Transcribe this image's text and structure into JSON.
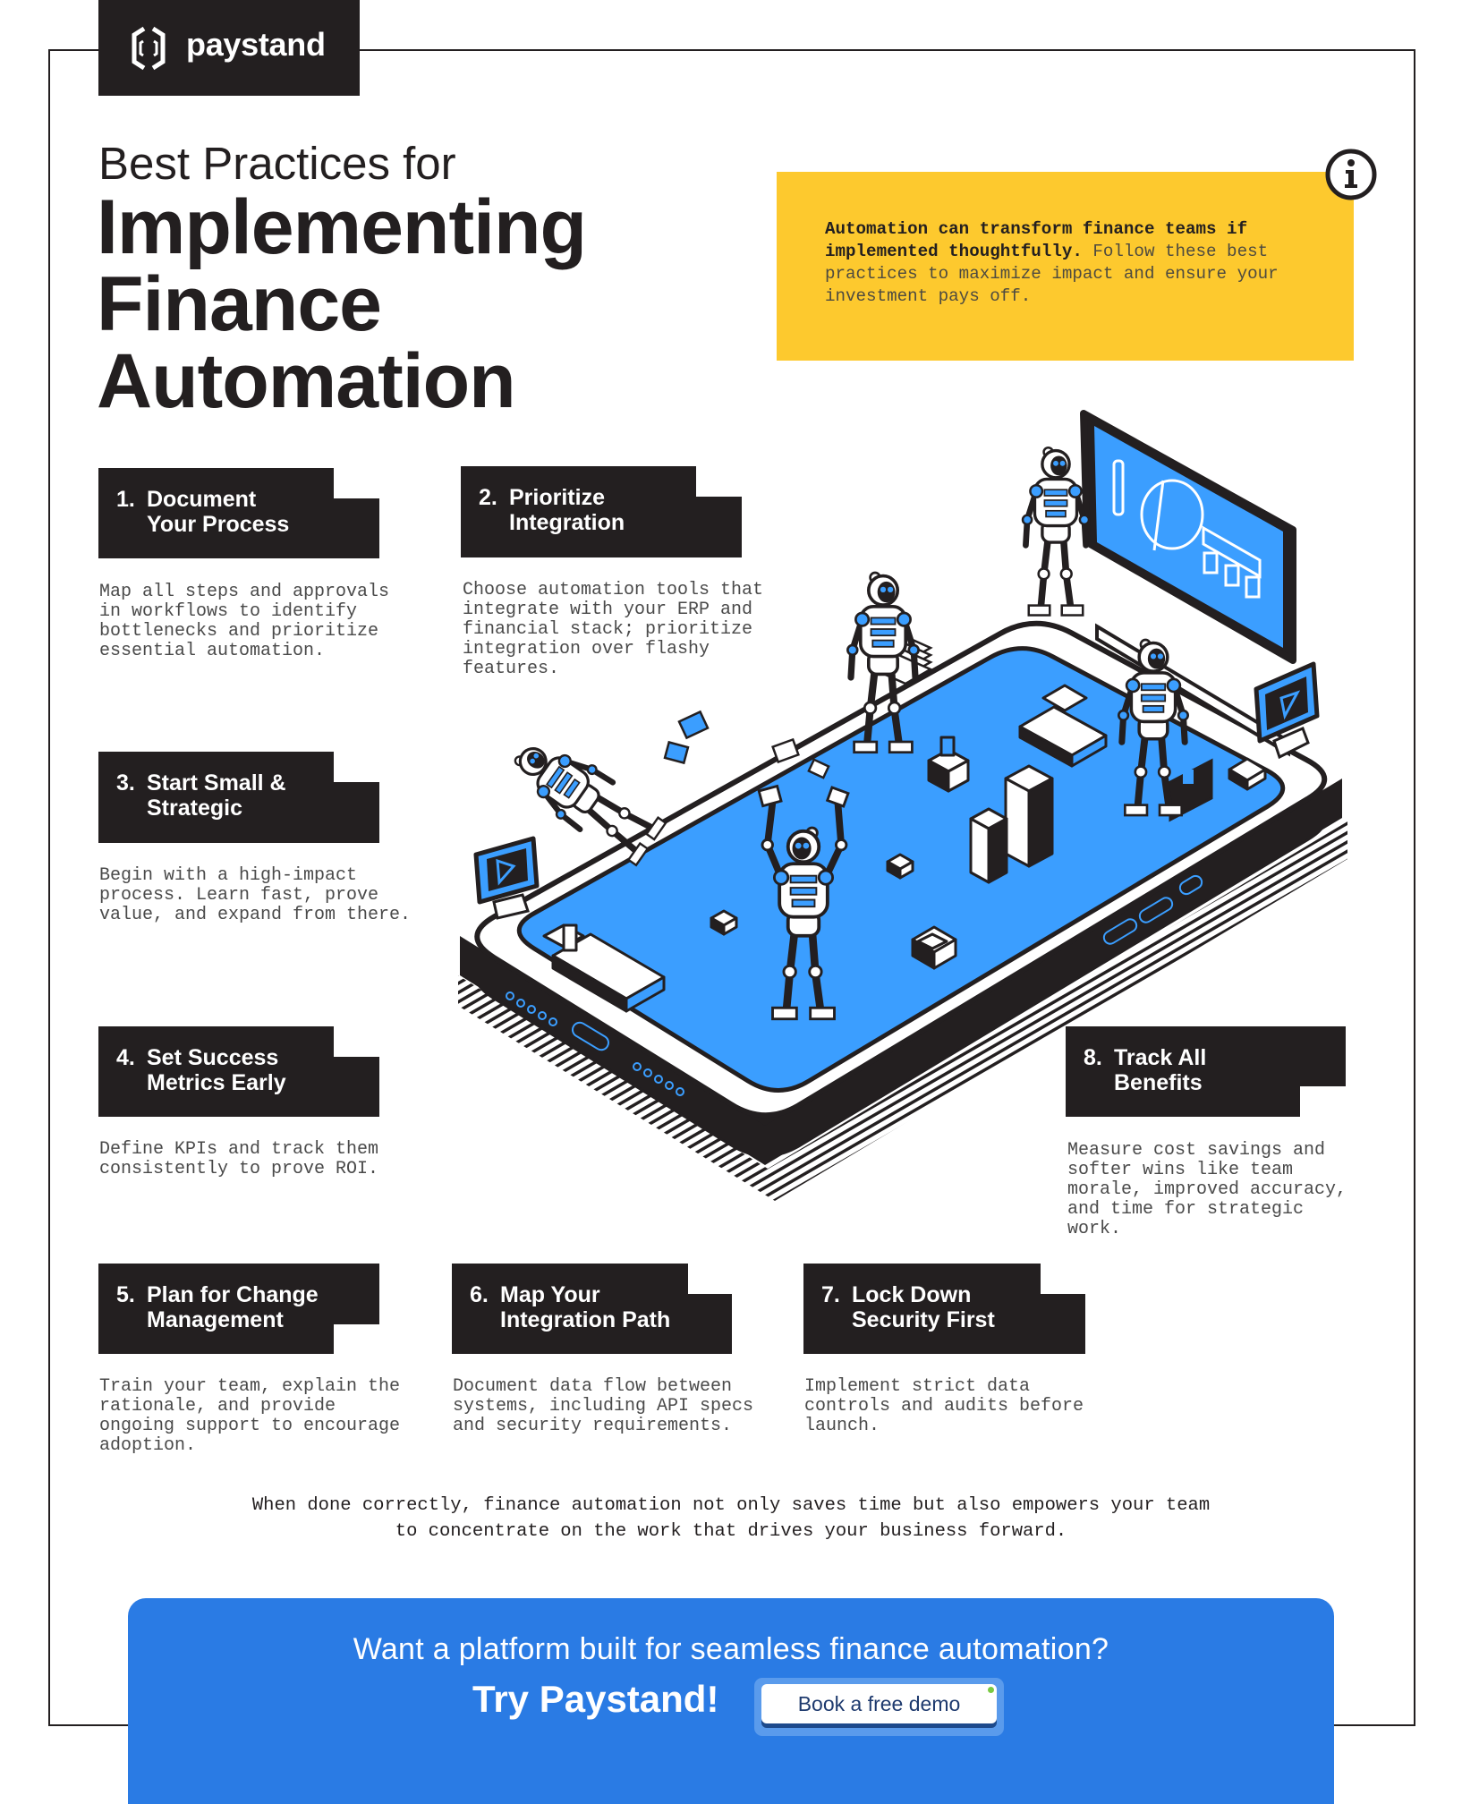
{
  "brand": {
    "name": "paystand",
    "logo_icon": "paystand-hexagon-logo-icon"
  },
  "header": {
    "subtitle": "Best Practices for",
    "title_lines": [
      "Implementing",
      "Finance",
      "Automation"
    ]
  },
  "intro": {
    "icon": "info-icon",
    "bold_lines": [
      "Automation can transform finance teams if",
      "implemented thoughtfully."
    ],
    "text_lines": [
      " Follow these best",
      "practices to maximize impact and ensure your",
      "investment pays off."
    ]
  },
  "practices": [
    {
      "number": "1.",
      "title_lines": [
        "Document",
        "Your Process"
      ],
      "body_lines": [
        "Map all steps and approvals",
        "in workflows to identify",
        "bottlenecks and prioritize",
        "essential automation."
      ]
    },
    {
      "number": "2.",
      "title_lines": [
        "Prioritize",
        "Integration"
      ],
      "body_lines": [
        "Choose automation tools that",
        "integrate with your ERP and",
        "financial stack; prioritize",
        "integration over flashy",
        "features."
      ]
    },
    {
      "number": "3.",
      "title_lines": [
        "Start Small &",
        "Strategic"
      ],
      "body_lines": [
        "Begin with a high-impact",
        "process. Learn fast, prove",
        "value, and expand from there."
      ]
    },
    {
      "number": "4.",
      "title_lines": [
        "Set Success",
        "Metrics Early"
      ],
      "body_lines": [
        "Define KPIs and track them",
        "consistently to prove ROI."
      ]
    },
    {
      "number": "5.",
      "title_lines": [
        "Plan for Change",
        "Management"
      ],
      "body_lines": [
        "Train your team, explain the",
        "rationale, and provide",
        "ongoing support to encourage",
        "adoption."
      ]
    },
    {
      "number": "6.",
      "title_lines": [
        "Map Your",
        "Integration Path"
      ],
      "body_lines": [
        "Document data flow between",
        "systems, including API specs",
        "and security requirements."
      ]
    },
    {
      "number": "7.",
      "title_lines": [
        "Lock Down",
        "Security First"
      ],
      "body_lines": [
        "Implement strict data",
        "controls and audits before",
        "launch."
      ]
    },
    {
      "number": "8.",
      "title_lines": [
        "Track All",
        "Benefits"
      ],
      "body_lines": [
        "Measure cost savings and",
        "softer wins like team",
        "morale, improved accuracy,",
        "and time for strategic",
        "work."
      ]
    }
  ],
  "closing": {
    "lines": [
      "When done correctly, finance automation not only saves time but also empowers your team",
      "to concentrate on the work that drives your business forward."
    ]
  },
  "cta": {
    "question": "Want a platform built for seamless finance automation?",
    "headline": "Try Paystand!",
    "button_label": "Book a free demo"
  },
  "illustration": {
    "subject": "isometric-smartphone-with-robots",
    "icons": [
      "robot-figure",
      "whiteboard-pie-chart",
      "video-monitor",
      "briefcase",
      "paper-stack",
      "desk-boxes"
    ]
  },
  "colors": {
    "ink": "#231f20",
    "accent_yellow": "#fdc92e",
    "illustration_blue": "#3b9eff",
    "cta_blue": "#2a7be4",
    "button_text": "#1e3a6e",
    "status_dot": "#7ac943"
  }
}
